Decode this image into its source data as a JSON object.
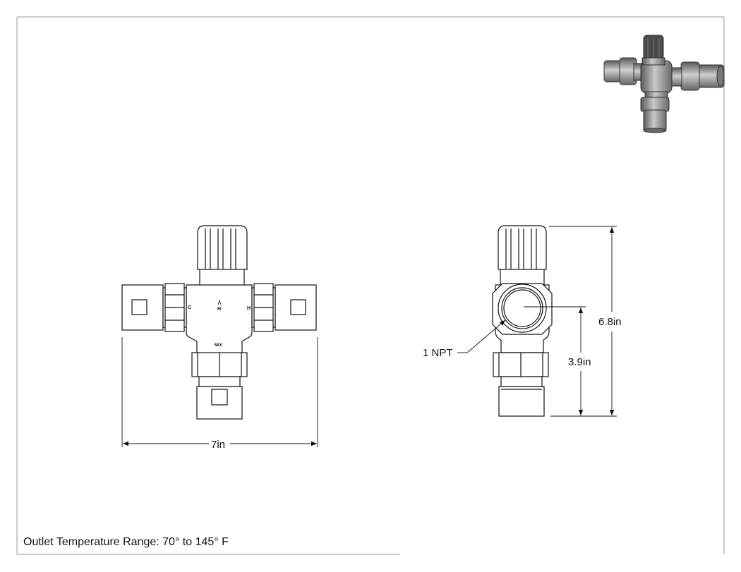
{
  "drawing": {
    "front_view": {
      "port_cold_label": "C",
      "port_hot_label": "H",
      "center_mark": "H",
      "outlet_label": "MIX",
      "width_dim": "7in"
    },
    "side_view": {
      "thread_callout": "1 NPT",
      "overall_height_dim": "6.8in",
      "center_height_dim": "3.9in"
    },
    "note": "Outlet Temperature Range: 70° to 145° F",
    "colors": {
      "line": "#111111",
      "frame": "#9a9a9a",
      "iso_body": "#8c8c8c",
      "iso_dark": "#555555"
    }
  }
}
